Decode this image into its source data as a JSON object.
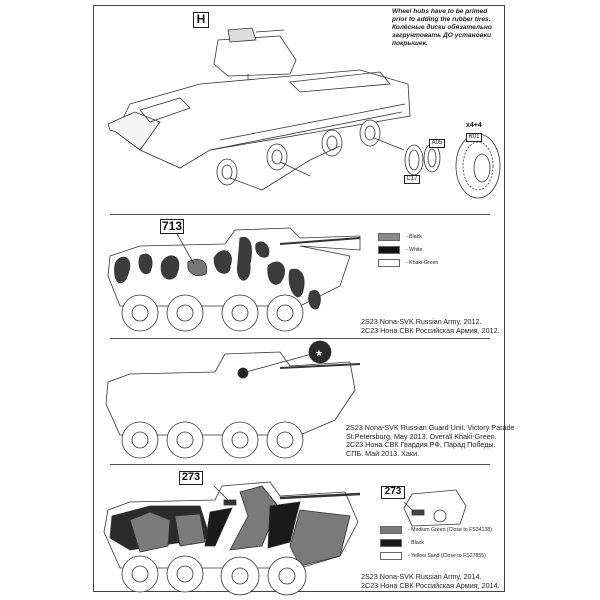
{
  "sheet": {
    "step_marker": "H",
    "note_en": "Wheel hubs have to be primed prior to adding the rubber tires.",
    "note_ru": "Колёсные диски обязательно загрунтовать ДО установки покрышек.",
    "parts": {
      "tire": "R01",
      "quantity": "x4+4",
      "hub_outer": "A05",
      "hub_inner": "C17"
    }
  },
  "schemes": [
    {
      "hull_number": "713",
      "legend": [
        {
          "label": "- Black",
          "color": "#8a8a8a"
        },
        {
          "label": "- White",
          "color": "#111111"
        },
        {
          "label": "- Khaki-Green",
          "color": "#ffffff"
        }
      ],
      "caption_en": "2S23 Nona-SVK Russian Army, 2012.",
      "caption_ru": "2С23 Нона СВК Российская Армия, 2012."
    },
    {
      "caption_en_1": "2S23 Nona-SVK Russian Guard Unit. Victory Parade",
      "caption_en_2": "St.Petersburg, May 2013. Overall Khaki-Green.",
      "caption_ru_1": "2С23 Нона СВК Гвардия РФ, Парад Победы.",
      "caption_ru_2": "СПБ. Май 2013. Хаки."
    },
    {
      "hull_number": "273",
      "hull_number_front": "273",
      "legend": [
        {
          "label": "- Medium Green (Close to FS34138)",
          "color": "#7a7a7a"
        },
        {
          "label": "- Black",
          "color": "#1a1a1a"
        },
        {
          "label": "- Yellow Sand (Close to FS27855)",
          "color": "#ffffff"
        }
      ],
      "caption_en": "2S23 Nona-SVK Russian Army, 2014.",
      "caption_ru": "2С23 Нона СВК Российская Армия, 2014."
    }
  ]
}
